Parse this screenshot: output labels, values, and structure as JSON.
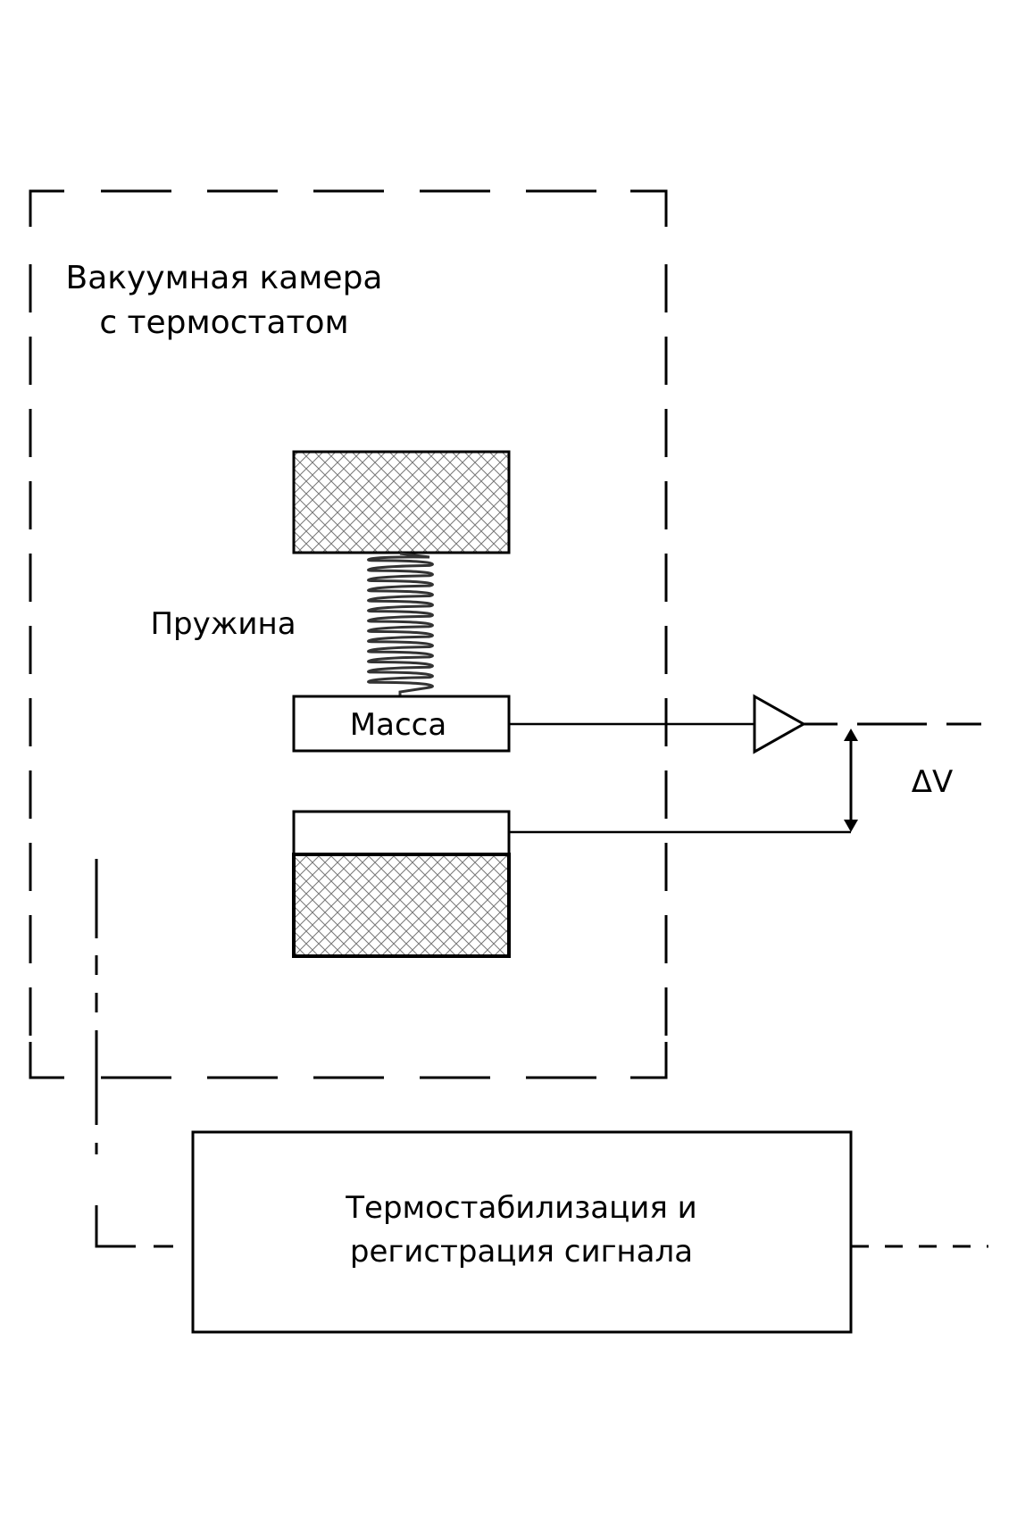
{
  "diagram": {
    "type": "schematic",
    "colors": {
      "stroke": "#000000",
      "hatch": "#777777",
      "background": "#ffffff"
    },
    "chamber": {
      "title_line1": "Вакуумная камера",
      "title_line2": "с термостатом"
    },
    "spring_label": "Пружина",
    "mass_label": "Масса",
    "delta_label": "ΔV",
    "control_box": {
      "line1": "Термостабилизация и",
      "line2": "регистрация сигнала"
    },
    "components": [
      {
        "name": "upper-fixed-block",
        "kind": "hatched-block"
      },
      {
        "name": "spring",
        "kind": "spring"
      },
      {
        "name": "proof-mass",
        "kind": "box"
      },
      {
        "name": "electrode-plate",
        "kind": "box"
      },
      {
        "name": "lower-fixed-block",
        "kind": "hatched-block"
      },
      {
        "name": "amplifier",
        "kind": "triangle"
      },
      {
        "name": "voltage-difference-arrow",
        "kind": "double-arrow"
      }
    ]
  }
}
